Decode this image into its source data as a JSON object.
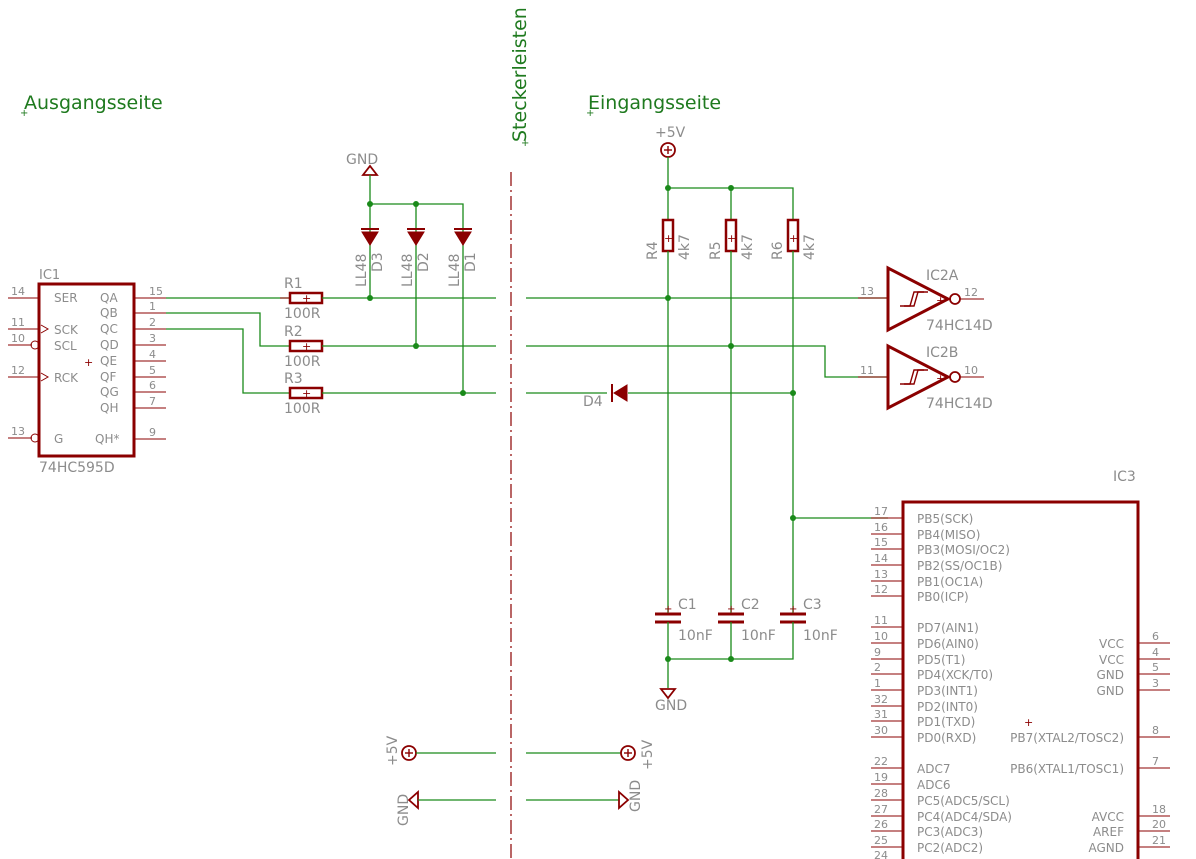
{
  "notes": {
    "output_side": "Ausgangsseite",
    "connectors": "Steckerleisten",
    "input_side": "Eingangsseite"
  },
  "colors": {
    "wire": "#1a8a1a",
    "symbol": "#8b0000",
    "note": "#1f7a1f",
    "label": "#8c8c8c"
  },
  "ic1": {
    "name": "IC1",
    "value": "74HC595D",
    "left_pins": [
      {
        "num": "14",
        "name": "SER"
      },
      {
        "num": "11",
        "name": "SCK"
      },
      {
        "num": "10",
        "name": "SCL"
      },
      {
        "num": "12",
        "name": "RCK"
      },
      {
        "num": "13",
        "name": "G"
      }
    ],
    "right_pins": [
      {
        "num": "15",
        "name": "QA"
      },
      {
        "num": "1",
        "name": "QB"
      },
      {
        "num": "2",
        "name": "QC"
      },
      {
        "num": "3",
        "name": "QD"
      },
      {
        "num": "4",
        "name": "QE"
      },
      {
        "num": "5",
        "name": "QF"
      },
      {
        "num": "6",
        "name": "QG"
      },
      {
        "num": "7",
        "name": "QH"
      },
      {
        "num": "9",
        "name": "QH*"
      }
    ]
  },
  "resistors_out": [
    {
      "name": "R1",
      "value": "100R"
    },
    {
      "name": "R2",
      "value": "100R"
    },
    {
      "name": "R3",
      "value": "100R"
    }
  ],
  "diodes": [
    {
      "name": "D3",
      "value": "LL48"
    },
    {
      "name": "D2",
      "value": "LL48"
    },
    {
      "name": "D1",
      "value": "LL48"
    }
  ],
  "gnd_top": "GND",
  "vcc_top": "+5V",
  "resistors_pull": [
    {
      "name": "R4",
      "value": "4k7"
    },
    {
      "name": "R5",
      "value": "4k7"
    },
    {
      "name": "R6",
      "value": "4k7"
    }
  ],
  "caps": [
    {
      "name": "C1",
      "value": "10nF"
    },
    {
      "name": "C2",
      "value": "10nF"
    },
    {
      "name": "C3",
      "value": "10nF"
    }
  ],
  "gnd_bottom": "GND",
  "ic2a": {
    "name": "IC2A",
    "value": "74HC14D",
    "in_pin": "13",
    "out_pin": "12"
  },
  "ic2b": {
    "name": "IC2B",
    "value": "74HC14D",
    "in_pin": "11",
    "out_pin": "10"
  },
  "d4": {
    "name": "D4"
  },
  "supply": {
    "vcc_left": "+5V",
    "gnd_left": "GND",
    "vcc_right": "+5V",
    "gnd_right": "GND"
  },
  "ic3": {
    "name": "IC3",
    "left_pins": [
      {
        "num": "17",
        "name": "PB5(SCK)"
      },
      {
        "num": "16",
        "name": "PB4(MISO)"
      },
      {
        "num": "15",
        "name": "PB3(MOSI/OC2)"
      },
      {
        "num": "14",
        "name": "PB2(SS/OC1B)"
      },
      {
        "num": "13",
        "name": "PB1(OC1A)"
      },
      {
        "num": "12",
        "name": "PB0(ICP)"
      },
      {
        "num": "11",
        "name": "PD7(AIN1)"
      },
      {
        "num": "10",
        "name": "PD6(AIN0)"
      },
      {
        "num": "9",
        "name": "PD5(T1)"
      },
      {
        "num": "2",
        "name": "PD4(XCK/T0)"
      },
      {
        "num": "1",
        "name": "PD3(INT1)"
      },
      {
        "num": "32",
        "name": "PD2(INT0)"
      },
      {
        "num": "31",
        "name": "PD1(TXD)"
      },
      {
        "num": "30",
        "name": "PD0(RXD)"
      },
      {
        "num": "22",
        "name": "ADC7"
      },
      {
        "num": "19",
        "name": "ADC6"
      },
      {
        "num": "28",
        "name": "PC5(ADC5/SCL)"
      },
      {
        "num": "27",
        "name": "PC4(ADC4/SDA)"
      },
      {
        "num": "26",
        "name": "PC3(ADC3)"
      },
      {
        "num": "25",
        "name": "PC2(ADC2)"
      },
      {
        "num": "24",
        "name": ""
      }
    ],
    "right_pins": [
      {
        "num": "6",
        "name": "VCC"
      },
      {
        "num": "4",
        "name": "VCC"
      },
      {
        "num": "5",
        "name": "GND"
      },
      {
        "num": "3",
        "name": "GND"
      },
      {
        "num": "8",
        "name": "PB7(XTAL2/TOSC2)"
      },
      {
        "num": "7",
        "name": "PB6(XTAL1/TOSC1)"
      },
      {
        "num": "18",
        "name": "AVCC"
      },
      {
        "num": "20",
        "name": "AREF"
      },
      {
        "num": "21",
        "name": "AGND"
      }
    ]
  }
}
